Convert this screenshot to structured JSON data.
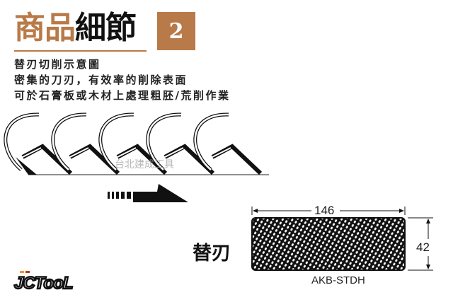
{
  "header": {
    "title_accent": "商品",
    "title_main": "細節",
    "badge_number": "2",
    "accent_color": "#b87a48"
  },
  "description": [
    "替刃切削示意圖",
    "密集的刀刃，有效率的削除表面",
    "可於石膏板或木材上處理粗胚/荒削作業"
  ],
  "watermark": "台北建成工具",
  "blade": {
    "label": "替刃",
    "width_dim": "146",
    "height_dim": "42",
    "model": "AKB-STDH"
  },
  "logo": {
    "text": "JC Tool"
  }
}
